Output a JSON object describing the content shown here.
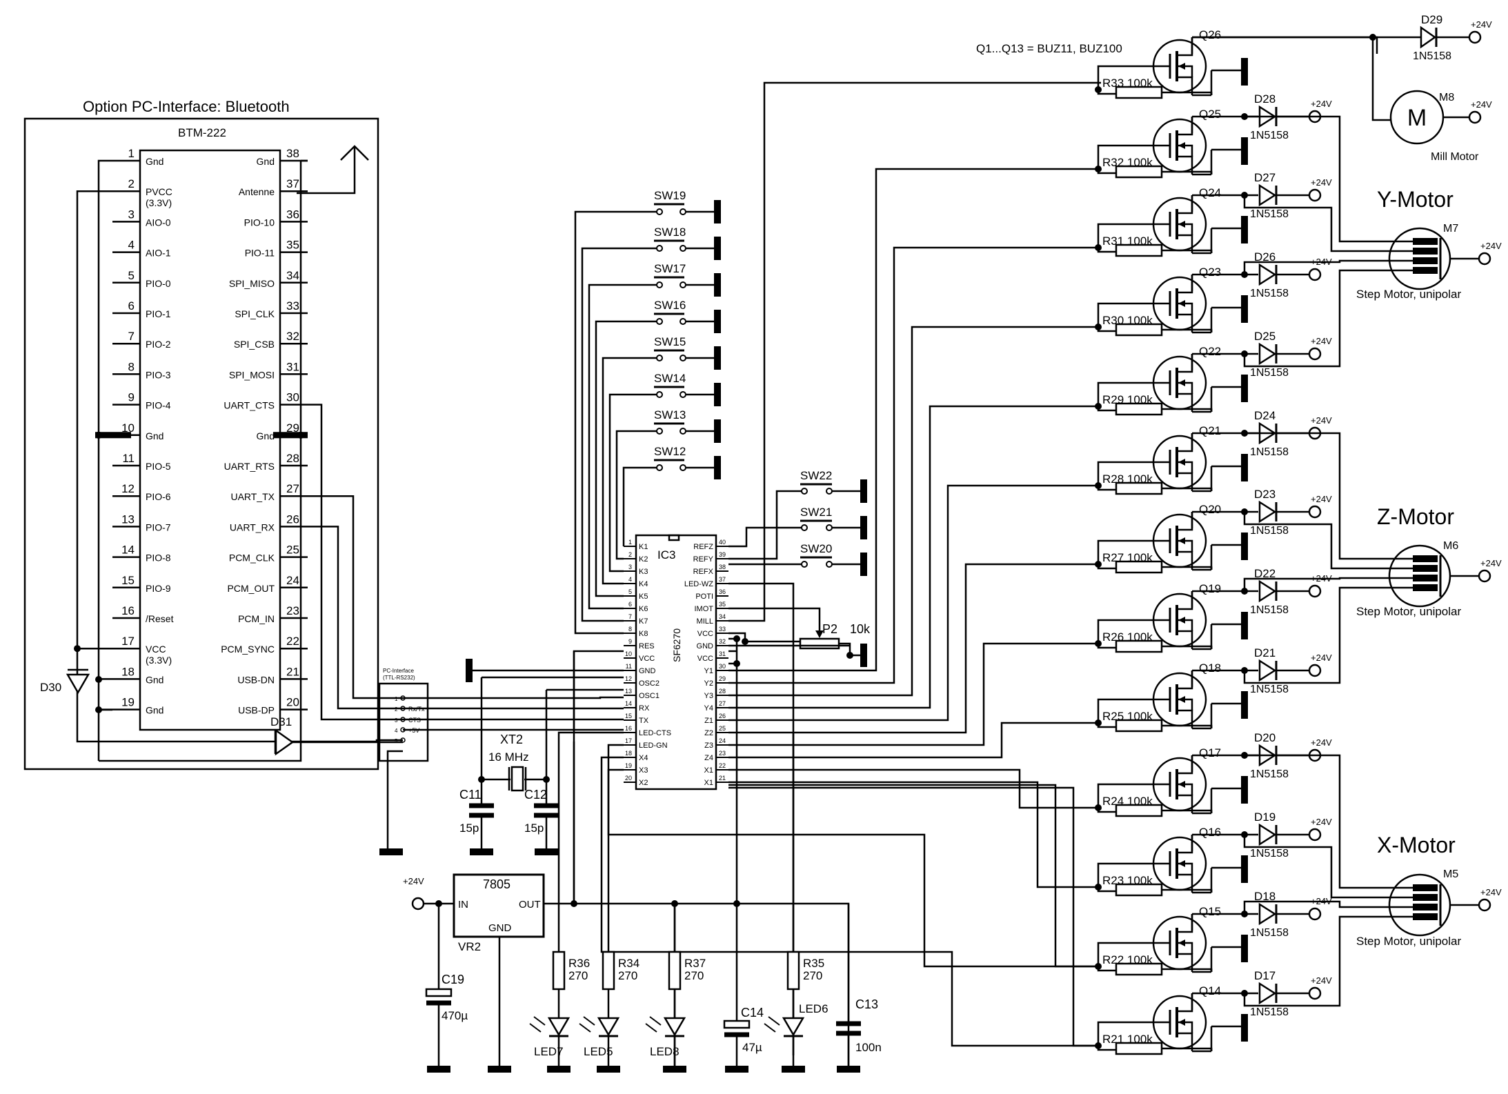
{
  "title": {
    "option": "Option PC-Interface:  Bluetooth",
    "mosfet_note": "Q1...Q13 = BUZ11, BUZ100"
  },
  "btm": {
    "name": "BTM-222",
    "left_pins": [
      {
        "n": "1",
        "l": "Gnd"
      },
      {
        "n": "2",
        "l": "PVCC",
        "l2": "(3.3V)"
      },
      {
        "n": "3",
        "l": "AIO-0"
      },
      {
        "n": "4",
        "l": "AIO-1"
      },
      {
        "n": "5",
        "l": "PIO-0"
      },
      {
        "n": "6",
        "l": "PIO-1"
      },
      {
        "n": "7",
        "l": "PIO-2"
      },
      {
        "n": "8",
        "l": "PIO-3"
      },
      {
        "n": "9",
        "l": "PIO-4"
      },
      {
        "n": "10",
        "l": "Gnd"
      },
      {
        "n": "11",
        "l": "PIO-5"
      },
      {
        "n": "12",
        "l": "PIO-6"
      },
      {
        "n": "13",
        "l": "PIO-7"
      },
      {
        "n": "14",
        "l": "PIO-8"
      },
      {
        "n": "15",
        "l": "PIO-9"
      },
      {
        "n": "16",
        "l": "/Reset"
      },
      {
        "n": "17",
        "l": "VCC",
        "l2": "(3.3V)"
      },
      {
        "n": "18",
        "l": "Gnd"
      },
      {
        "n": "19",
        "l": "Gnd"
      }
    ],
    "right_pins": [
      {
        "n": "38",
        "l": "Gnd"
      },
      {
        "n": "37",
        "l": "Antenne"
      },
      {
        "n": "36",
        "l": "PIO-10"
      },
      {
        "n": "35",
        "l": "PIO-11"
      },
      {
        "n": "34",
        "l": "SPI_MISO"
      },
      {
        "n": "33",
        "l": "SPI_CLK"
      },
      {
        "n": "32",
        "l": "SPI_CSB"
      },
      {
        "n": "31",
        "l": "SPI_MOSI"
      },
      {
        "n": "30",
        "l": "UART_CTS"
      },
      {
        "n": "29",
        "l": "Gnd"
      },
      {
        "n": "28",
        "l": "UART_RTS"
      },
      {
        "n": "27",
        "l": "UART_TX"
      },
      {
        "n": "26",
        "l": "UART_RX"
      },
      {
        "n": "25",
        "l": "PCM_CLK"
      },
      {
        "n": "24",
        "l": "PCM_OUT"
      },
      {
        "n": "23",
        "l": "PCM_IN"
      },
      {
        "n": "22",
        "l": "PCM_SYNC"
      },
      {
        "n": "21",
        "l": "USB-DN"
      },
      {
        "n": "20",
        "l": "USB-DP"
      }
    ]
  },
  "pc_interface": {
    "title1": "PC-Interface",
    "title2": "(TTL-RS232)",
    "pins": [
      "1",
      "2",
      "3",
      "4",
      "5"
    ],
    "labels": [
      "Rx/Tx",
      "CTS",
      "+5V"
    ]
  },
  "ic3": {
    "name": "IC3",
    "part": "SF6270",
    "left_pins": [
      {
        "n": "1",
        "l": "K1"
      },
      {
        "n": "2",
        "l": "K2"
      },
      {
        "n": "3",
        "l": "K3"
      },
      {
        "n": "4",
        "l": "K4"
      },
      {
        "n": "5",
        "l": "K5"
      },
      {
        "n": "6",
        "l": "K6"
      },
      {
        "n": "7",
        "l": "K7"
      },
      {
        "n": "8",
        "l": "K8"
      },
      {
        "n": "9",
        "l": "RES"
      },
      {
        "n": "10",
        "l": "VCC"
      },
      {
        "n": "11",
        "l": "GND"
      },
      {
        "n": "12",
        "l": "OSC2"
      },
      {
        "n": "13",
        "l": "OSC1"
      },
      {
        "n": "14",
        "l": "RX"
      },
      {
        "n": "15",
        "l": "TX"
      },
      {
        "n": "16",
        "l": "LED-CTS"
      },
      {
        "n": "17",
        "l": "LED-GN"
      },
      {
        "n": "18",
        "l": "X4"
      },
      {
        "n": "19",
        "l": "X3"
      },
      {
        "n": "20",
        "l": "X2"
      }
    ],
    "right_pins": [
      {
        "n": "40",
        "l": "REFZ"
      },
      {
        "n": "39",
        "l": "REFY"
      },
      {
        "n": "38",
        "l": "REFX"
      },
      {
        "n": "37",
        "l": "LED-WZ"
      },
      {
        "n": "36",
        "l": "POTI"
      },
      {
        "n": "35",
        "l": "IMOT"
      },
      {
        "n": "34",
        "l": "MILL"
      },
      {
        "n": "33",
        "l": "VCC"
      },
      {
        "n": "32",
        "l": "GND"
      },
      {
        "n": "31",
        "l": "VCC"
      },
      {
        "n": "30",
        "l": "Y1"
      },
      {
        "n": "29",
        "l": "Y2"
      },
      {
        "n": "28",
        "l": "Y3"
      },
      {
        "n": "27",
        "l": "Y4"
      },
      {
        "n": "26",
        "l": "Z1"
      },
      {
        "n": "25",
        "l": "Z2"
      },
      {
        "n": "24",
        "l": "Z3"
      },
      {
        "n": "23",
        "l": "Z4"
      },
      {
        "n": "22",
        "l": "X1"
      },
      {
        "n": "21",
        "l": "X1"
      }
    ]
  },
  "switches": [
    "SW19",
    "SW18",
    "SW17",
    "SW16",
    "SW15",
    "SW14",
    "SW13",
    "SW12"
  ],
  "ref_switches": [
    "SW22",
    "SW21",
    "SW20"
  ],
  "pot": {
    "name": "P2",
    "value": "10k"
  },
  "crystal": {
    "name": "XT2",
    "freq": "16 MHz"
  },
  "caps": {
    "c11": "C11",
    "c11v": "15p",
    "c12": "C12",
    "c12v": "15p",
    "c19": "C19",
    "c19v": "470µ",
    "c14": "C14",
    "c14v": "47µ",
    "c13": "C13",
    "c13v": "100n"
  },
  "regulator": {
    "name": "7805",
    "in": "IN",
    "out": "OUT",
    "gnd": "GND",
    "ref": "VR2",
    "supply": "+24V"
  },
  "diodes_misc": {
    "d30": "D30",
    "d31": "D31"
  },
  "leds": [
    {
      "r": "R36",
      "rv": "270",
      "led": "LED7"
    },
    {
      "r": "R34",
      "rv": "270",
      "led": "LED5"
    },
    {
      "r": "R37",
      "rv": "270",
      "led": "LED8"
    },
    {
      "r": "R35",
      "rv": "270",
      "led": "LED6"
    }
  ],
  "stages": [
    {
      "q": "Q26",
      "r": "R33 100k",
      "d": "D29",
      "dp": "1N5158"
    },
    {
      "q": "Q25",
      "r": "R32 100k",
      "d": "D28",
      "dp": "1N5158"
    },
    {
      "q": "Q24",
      "r": "R31 100k",
      "d": "D27",
      "dp": "1N5158"
    },
    {
      "q": "Q23",
      "r": "R30 100k",
      "d": "D26",
      "dp": "1N5158"
    },
    {
      "q": "Q22",
      "r": "R29 100k",
      "d": "D25",
      "dp": "1N5158"
    },
    {
      "q": "Q21",
      "r": "R28 100k",
      "d": "D24",
      "dp": "1N5158"
    },
    {
      "q": "Q20",
      "r": "R27 100k",
      "d": "D23",
      "dp": "1N5158"
    },
    {
      "q": "Q19",
      "r": "R26 100k",
      "d": "D22",
      "dp": "1N5158"
    },
    {
      "q": "Q18",
      "r": "R25 100k",
      "d": "D21",
      "dp": "1N5158"
    },
    {
      "q": "Q17",
      "r": "R24 100k",
      "d": "D20",
      "dp": "1N5158"
    },
    {
      "q": "Q16",
      "r": "R23 100k",
      "d": "D19",
      "dp": "1N5158"
    },
    {
      "q": "Q15",
      "r": "R22 100k",
      "d": "D18",
      "dp": "1N5158"
    },
    {
      "q": "Q14",
      "r": "R21 100k",
      "d": "D17",
      "dp": "1N5158"
    }
  ],
  "supply_label": "+24V",
  "motors": [
    {
      "title": "Y-Motor",
      "ref": "M7",
      "desc": "Step Motor, unipolar"
    },
    {
      "title": "Z-Motor",
      "ref": "M6",
      "desc": "Step Motor, unipolar"
    },
    {
      "title": "X-Motor",
      "ref": "M5",
      "desc": "Step Motor, unipolar"
    }
  ],
  "mill": {
    "ref": "M8",
    "symbol": "M",
    "desc": "Mill Motor"
  }
}
